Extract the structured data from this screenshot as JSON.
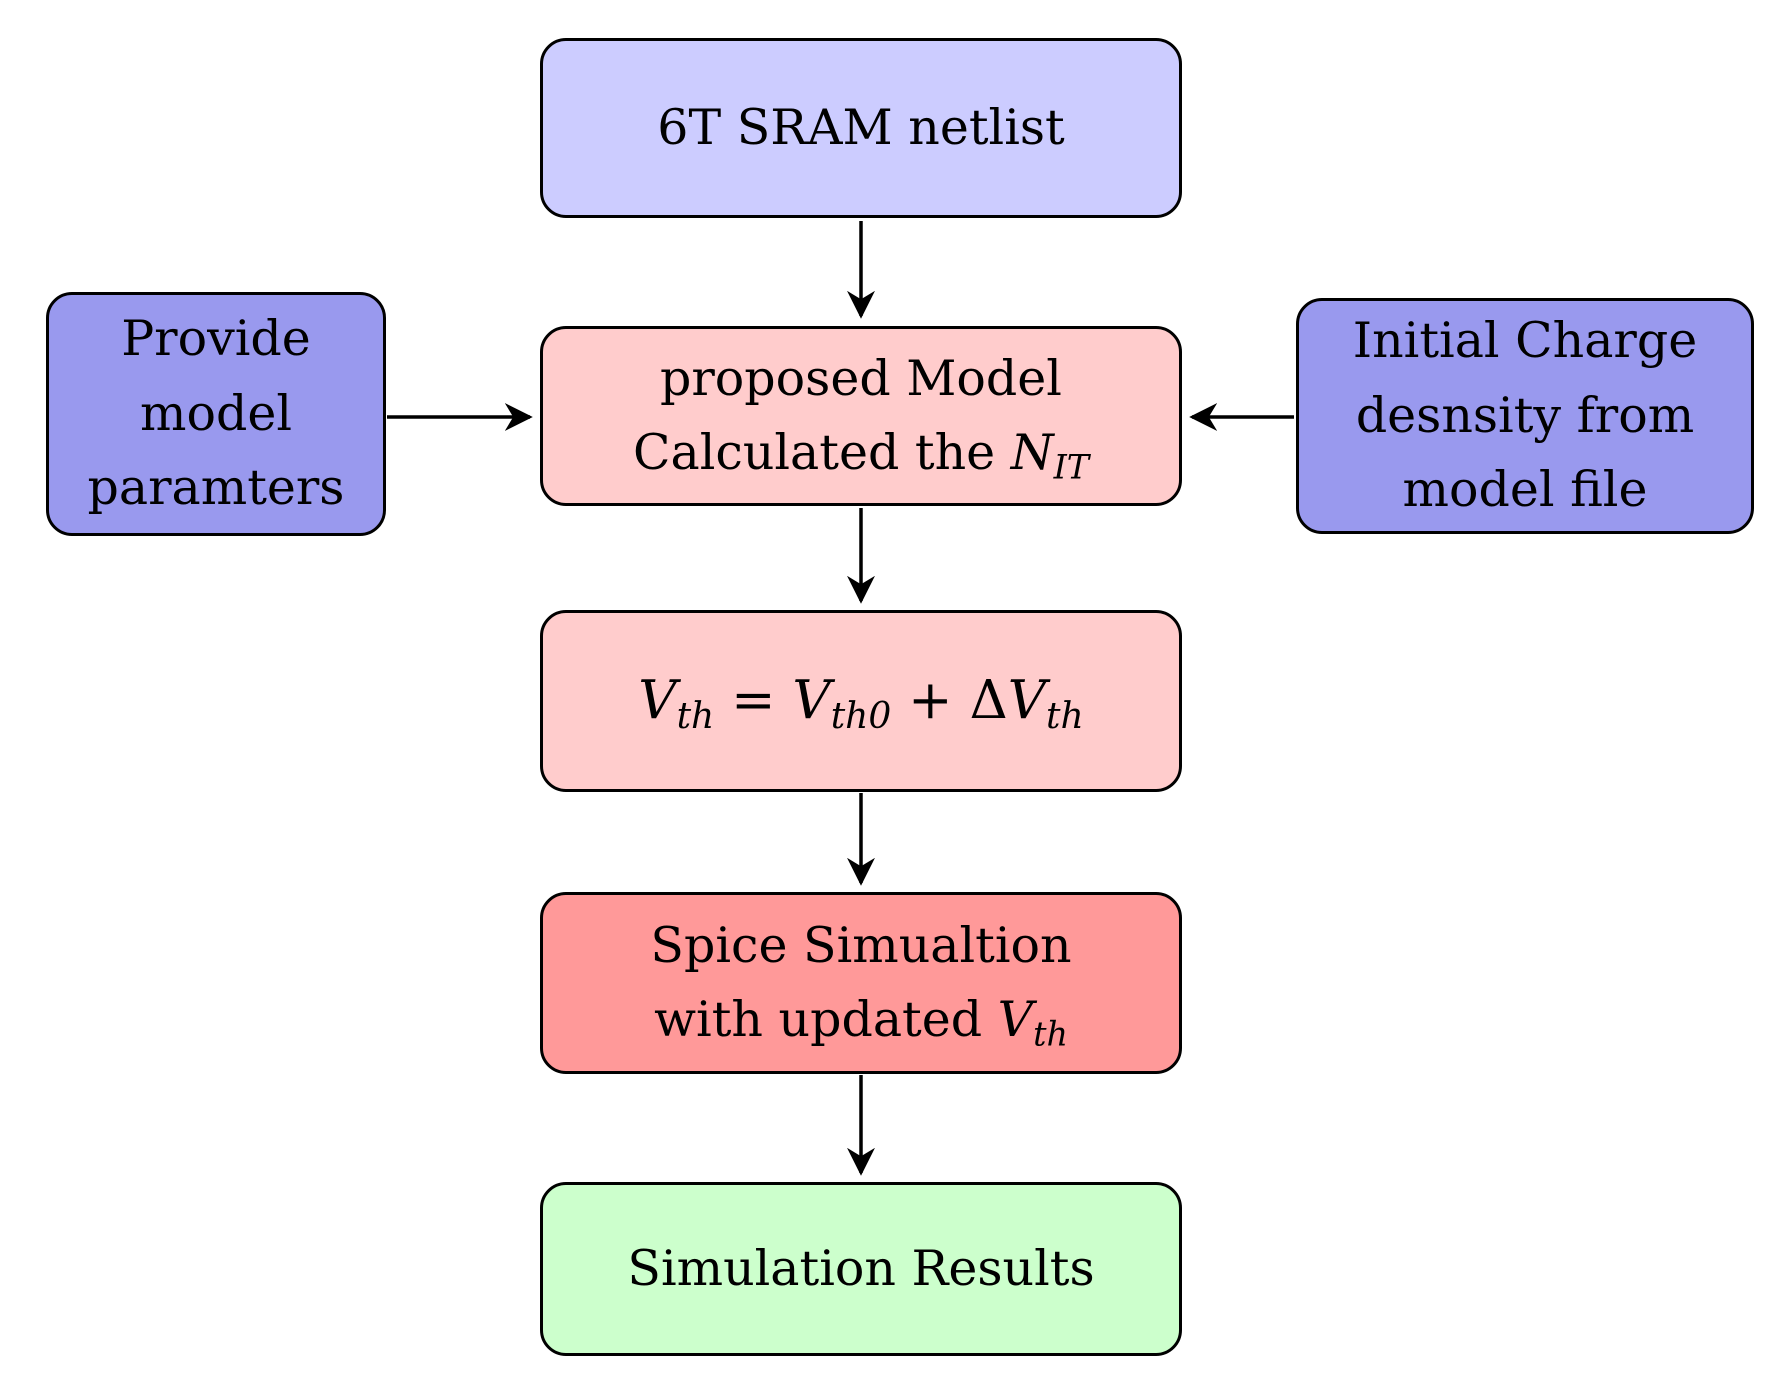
{
  "nodes": {
    "sram": {
      "label": "6T SRAM netlist"
    },
    "provide": {
      "line1": "Provide",
      "line2": "model",
      "line3": "paramters"
    },
    "proposed": {
      "line1": "proposed Model",
      "line2_text": "Calculated the ",
      "math_base": "N",
      "math_sub": "IT"
    },
    "initial": {
      "line1": "Initial Charge",
      "line2": "desnsity from",
      "line3": "model file"
    },
    "formula": {
      "v1": "V",
      "v1_sub": "th",
      "equals": "=",
      "v2": "V",
      "v2_sub": "th0",
      "plus": "+",
      "delta": "Δ",
      "v3": "V",
      "v3_sub": "th"
    },
    "spice": {
      "line1": "Spice Simualtion",
      "line2_text": "with updated ",
      "math_base": "V",
      "math_sub": "th"
    },
    "results": {
      "label": "Simulation Results"
    }
  },
  "edges": [
    {
      "from": "sram",
      "to": "proposed"
    },
    {
      "from": "provide",
      "to": "proposed"
    },
    {
      "from": "initial",
      "to": "proposed"
    },
    {
      "from": "proposed",
      "to": "formula"
    },
    {
      "from": "formula",
      "to": "spice"
    },
    {
      "from": "spice",
      "to": "results"
    }
  ],
  "colors": {
    "lavender": "#CCCCFF",
    "blue": "#9999EE",
    "pink": "#FFCCCC",
    "red": "#FF9999",
    "green": "#CCFFCC",
    "line": "#000000"
  }
}
